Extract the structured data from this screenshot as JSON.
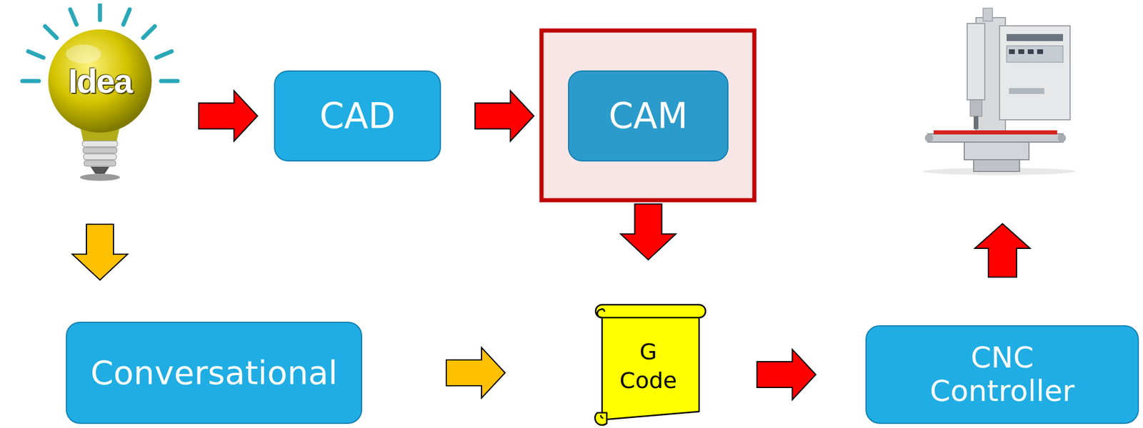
{
  "diagram": {
    "nodes": [
      {
        "text": [
          "Idea"
        ]
      },
      {
        "text": [
          "CAD"
        ]
      },
      {
        "text": [
          "CAM"
        ]
      },
      {
        "text": [
          "Conversational"
        ]
      },
      {
        "text": [
          "G Code"
        ]
      },
      {
        "text": [
          "CNC Controller"
        ]
      }
    ],
    "edges": [
      {
        "from": 0,
        "to": 1,
        "arrow": "to"
      },
      {
        "from": 1,
        "to": 2,
        "arrow": "to"
      },
      {
        "from": 2,
        "to": 4,
        "arrow": "to"
      },
      {
        "from": 0,
        "to": 3,
        "arrow": "to"
      },
      {
        "from": 3,
        "to": 4,
        "arrow": "to"
      },
      {
        "from": 4,
        "to": 5,
        "arrow": "to"
      }
    ]
  }
}
